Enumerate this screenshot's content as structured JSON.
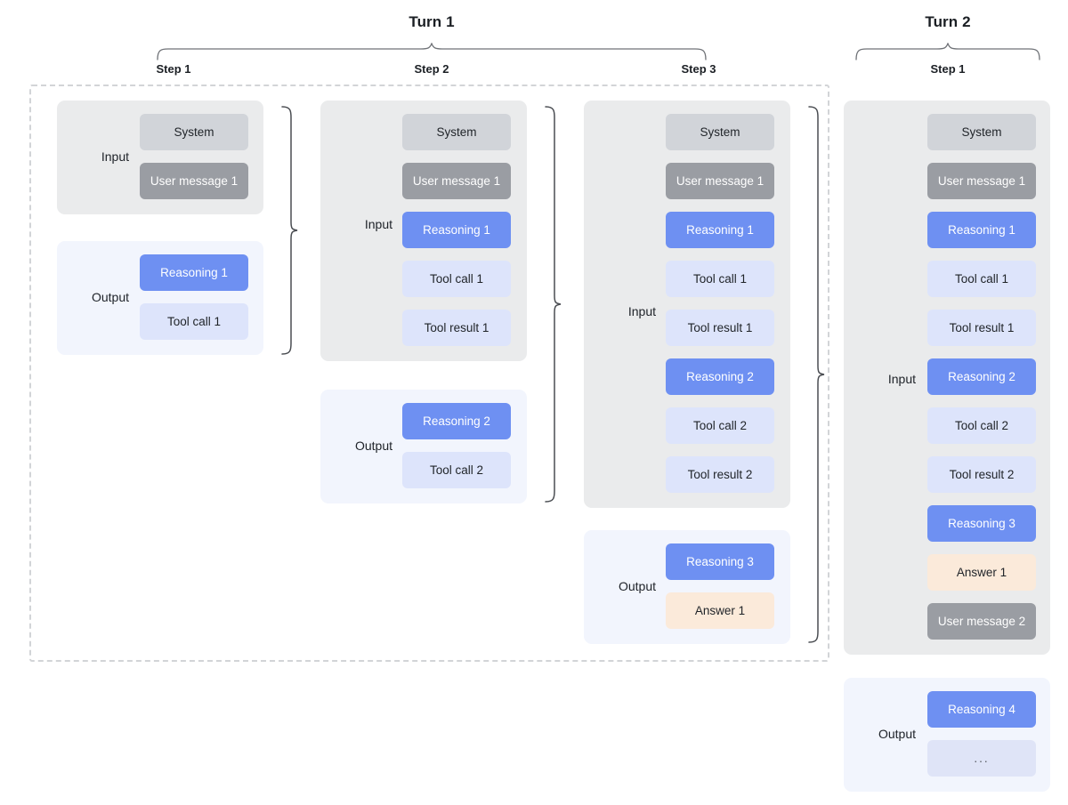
{
  "diagram": {
    "title_turn_1": "Turn 1",
    "title_turn_2": "Turn 2",
    "label_input": "Input",
    "label_output": "Output"
  },
  "turns": [
    {
      "name": "Turn 1",
      "steps": [
        {
          "label": "Step 1",
          "input": {
            "label": "Input",
            "items": [
              {
                "text": "System",
                "kind": "system"
              },
              {
                "text": "User message 1",
                "kind": "user"
              }
            ]
          },
          "output": {
            "label": "Output",
            "items": [
              {
                "text": "Reasoning 1",
                "kind": "reasoning"
              },
              {
                "text": "Tool call 1",
                "kind": "tool"
              }
            ]
          }
        },
        {
          "label": "Step 2",
          "input": {
            "label": "Input",
            "items": [
              {
                "text": "System",
                "kind": "system"
              },
              {
                "text": "User message 1",
                "kind": "user"
              },
              {
                "text": "Reasoning 1",
                "kind": "reasoning"
              },
              {
                "text": "Tool call 1",
                "kind": "tool"
              },
              {
                "text": "Tool result 1",
                "kind": "tool"
              }
            ]
          },
          "output": {
            "label": "Output",
            "items": [
              {
                "text": "Reasoning 2",
                "kind": "reasoning"
              },
              {
                "text": "Tool call 2",
                "kind": "tool"
              }
            ]
          }
        },
        {
          "label": "Step 3",
          "input": {
            "label": "Input",
            "items": [
              {
                "text": "System",
                "kind": "system"
              },
              {
                "text": "User message 1",
                "kind": "user"
              },
              {
                "text": "Reasoning 1",
                "kind": "reasoning"
              },
              {
                "text": "Tool call 1",
                "kind": "tool"
              },
              {
                "text": "Tool result 1",
                "kind": "tool"
              },
              {
                "text": "Reasoning 2",
                "kind": "reasoning"
              },
              {
                "text": "Tool call 2",
                "kind": "tool"
              },
              {
                "text": "Tool result 2",
                "kind": "tool"
              }
            ]
          },
          "output": {
            "label": "Output",
            "items": [
              {
                "text": "Reasoning 3",
                "kind": "reasoning"
              },
              {
                "text": "Answer 1",
                "kind": "answer"
              }
            ]
          }
        }
      ]
    },
    {
      "name": "Turn 2",
      "steps": [
        {
          "label": "Step 1",
          "input": {
            "label": "Input",
            "items": [
              {
                "text": "System",
                "kind": "system"
              },
              {
                "text": "User message 1",
                "kind": "user"
              },
              {
                "text": "Reasoning 1",
                "kind": "reasoning"
              },
              {
                "text": "Tool call 1",
                "kind": "tool"
              },
              {
                "text": "Tool result 1",
                "kind": "tool"
              },
              {
                "text": "Reasoning 2",
                "kind": "reasoning"
              },
              {
                "text": "Tool call 2",
                "kind": "tool"
              },
              {
                "text": "Tool result 2",
                "kind": "tool"
              },
              {
                "text": "Reasoning 3",
                "kind": "reasoning"
              },
              {
                "text": "Answer 1",
                "kind": "answer"
              },
              {
                "text": "User message 2",
                "kind": "user"
              }
            ]
          },
          "output": {
            "label": "Output",
            "items": [
              {
                "text": "Reasoning 4",
                "kind": "reasoning"
              },
              {
                "text": "...",
                "kind": "ellipsis"
              }
            ]
          }
        }
      ]
    }
  ],
  "colors": {
    "system": "#d1d4d9",
    "user": "#9a9da3",
    "reasoning": "#6e90f2",
    "tool": "#dde4fb",
    "answer": "#fbeada",
    "input_panel": "#eaebec",
    "output_panel": "#f2f5fd",
    "dashed_border": "#d2d4d7",
    "brace": "#4a4d52"
  }
}
